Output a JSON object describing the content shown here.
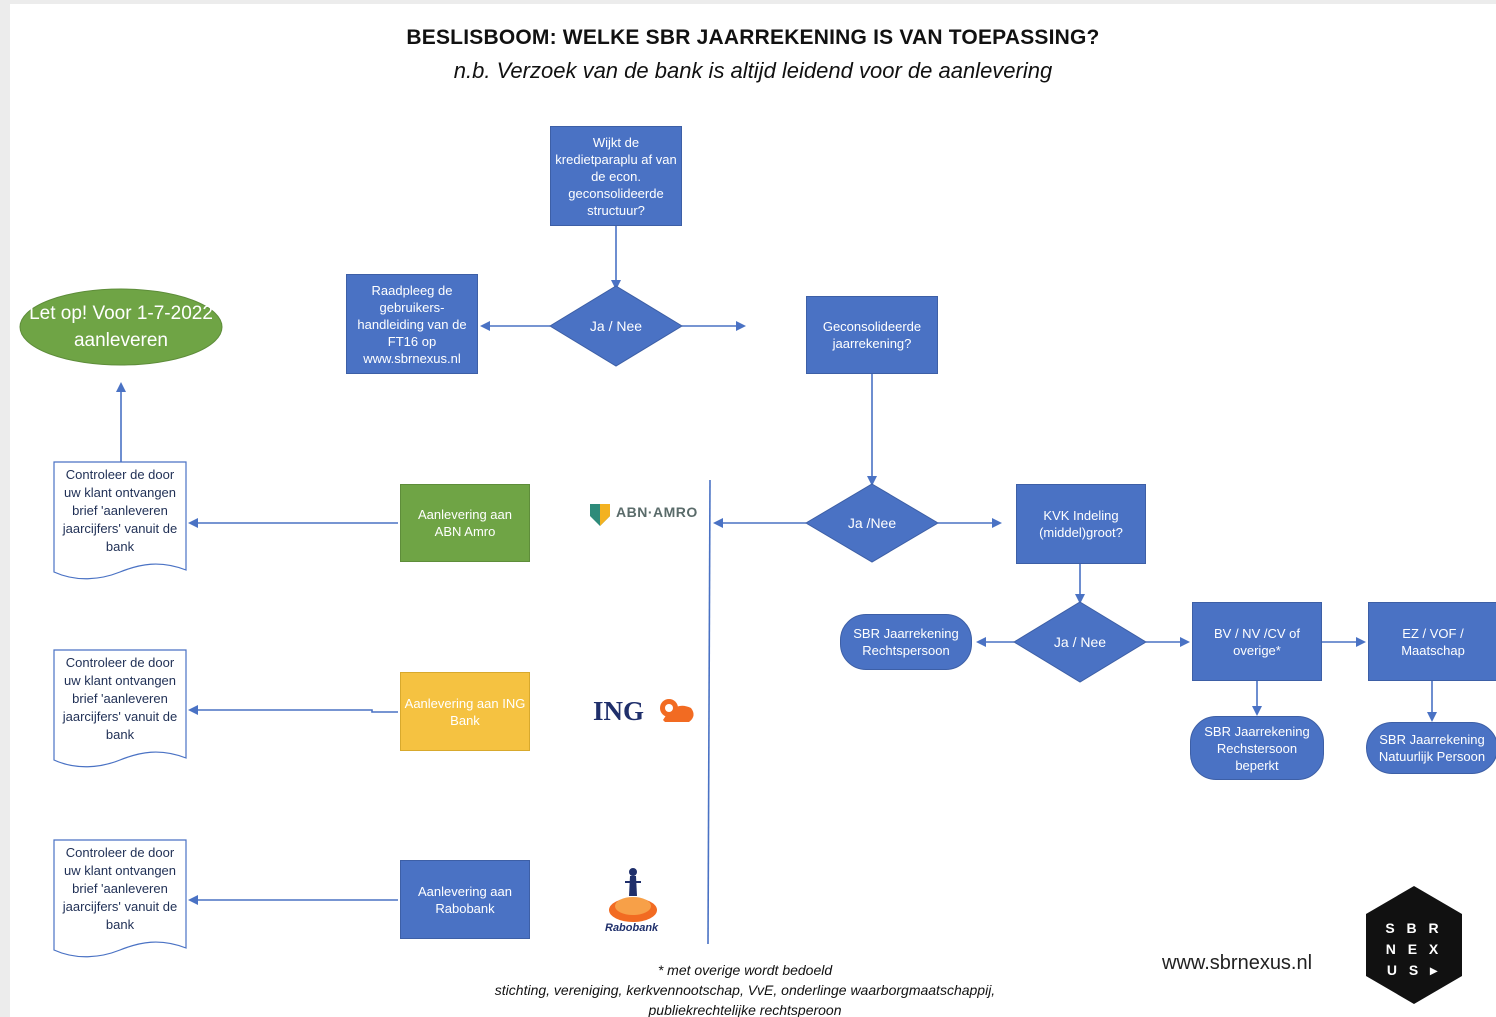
{
  "header": {
    "title": "BESLISBOOM: WELKE SBR JAARREKENING IS VAN TOEPASSING?",
    "subtitle": "n.b. Verzoek van de bank is altijd leidend voor de aanlevering"
  },
  "nodes": {
    "wijkt_af": "Wijkt de kredietparaplu af van de econ. geconsolideerde structuur?",
    "raadpleeg": "Raadpleeg de gebruikers-handleiding van de FT16 op www.sbrnexus.nl",
    "let_op": "Let op! Voor 1-7-2022 aanleveren",
    "ja_nee_1": "Ja / Nee",
    "geconsolideerde": "Geconsolideerde jaarrekening?",
    "ja_nee_2": "Ja /Nee",
    "kvk": "KVK Indeling (middel)groot?",
    "ja_nee_3": "Ja / Nee",
    "sbr_rechtspersoon": "SBR Jaarrekening Rechtspersoon",
    "bv_nv": "BV / NV /CV of overige*",
    "ez_vof": "EZ / VOF / Maatschap",
    "sbr_beperkt": "SBR Jaarrekening Rechstersoon beperkt",
    "sbr_natuurlijk": "SBR Jaarrekening Natuurlijk Persoon",
    "aanlevering_abn": "Aanlevering aan ABN Amro",
    "aanlevering_ing": "Aanlevering aan ING Bank",
    "aanlevering_rabo": "Aanlevering aan Rabobank",
    "controleer_1": "Controleer de door uw klant ontvangen brief 'aanleveren jaarcijfers' vanuit de bank",
    "controleer_2": "Controleer de door uw klant ontvangen brief 'aanleveren jaarcijfers'  vanuit de bank",
    "controleer_3": "Controleer de door uw klant ontvangen brief 'aanleveren jaarcijfers' vanuit de bank"
  },
  "logos": {
    "abn": "ABN·AMRO",
    "ing": "ING",
    "rabo": "Rabobank",
    "sbr_line1": "S B R",
    "sbr_line2": "N E X",
    "sbr_line3": "U S"
  },
  "footer": {
    "note_line1": "* met overige wordt bedoeld",
    "note_line2": "stichting, vereniging, kerkvennootschap, VvE, onderlinge waarborgmaatschappij,",
    "note_line3": "publiekrechtelijke rechtsperoon",
    "website": "www.sbrnexus.nl"
  },
  "colors": {
    "blue": "#4a72c4",
    "green": "#6fa445",
    "yellow": "#f5c241",
    "line": "#4a72c4"
  }
}
